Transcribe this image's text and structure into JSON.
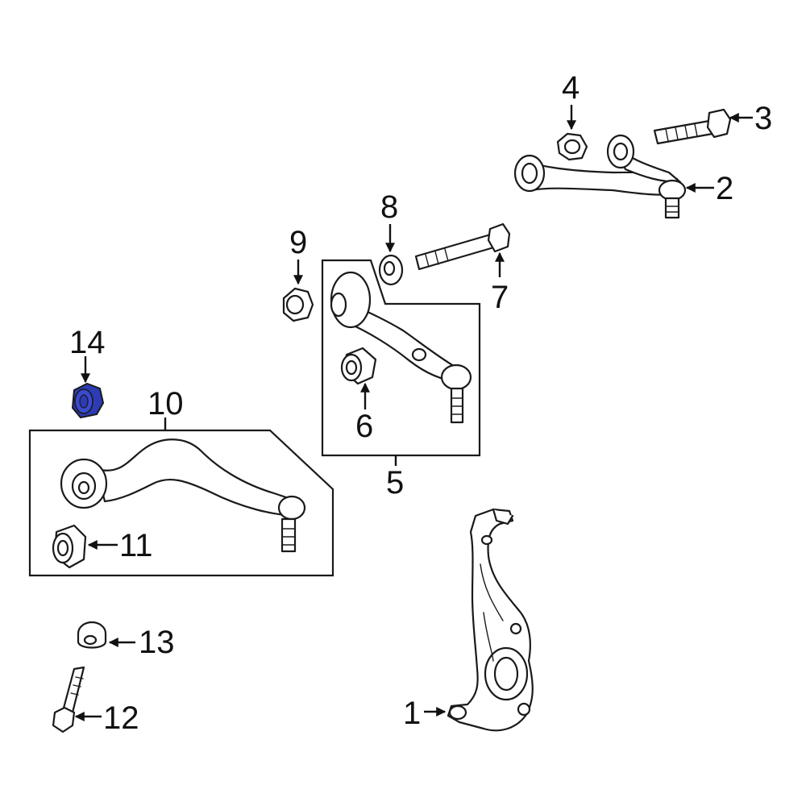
{
  "colors": {
    "line": "#1a1a1a",
    "highlight": "#2d3bb5",
    "background": "#ffffff"
  },
  "callouts": {
    "c1": "1",
    "c2": "2",
    "c3": "3",
    "c4": "4",
    "c5": "5",
    "c6": "6",
    "c7": "7",
    "c8": "8",
    "c9": "9",
    "c10": "10",
    "c11": "11",
    "c12": "12",
    "c13": "13",
    "c14": "14"
  },
  "highlighted_part": "14"
}
